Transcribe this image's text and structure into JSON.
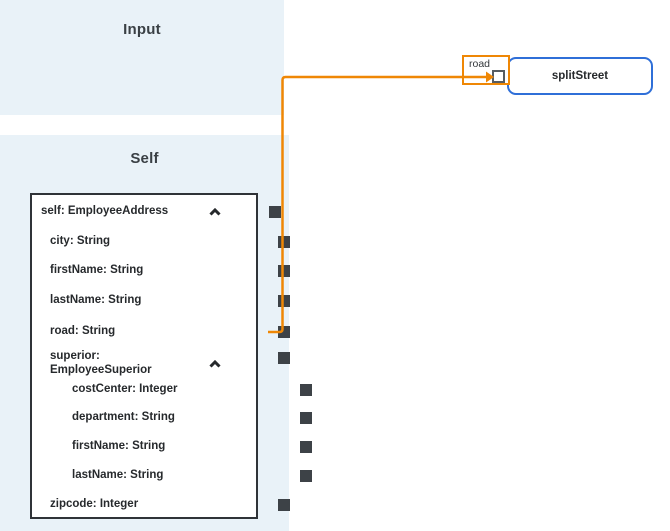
{
  "panels": {
    "input": {
      "title": "Input"
    },
    "self": {
      "title": "Self"
    }
  },
  "source_tree": {
    "rows": [
      {
        "label": "self: EmployeeAddress",
        "level": 0,
        "expandable": true,
        "connected": false
      },
      {
        "label": "city: String",
        "level": 1,
        "expandable": false,
        "connected": false
      },
      {
        "label": "firstName: String",
        "level": 1,
        "expandable": false,
        "connected": false
      },
      {
        "label": "lastName: String",
        "level": 1,
        "expandable": false,
        "connected": false
      },
      {
        "label": "road: String",
        "level": 1,
        "expandable": false,
        "connected": true
      },
      {
        "label": "superior: EmployeeSuperior",
        "level": 1,
        "expandable": true,
        "connected": false
      },
      {
        "label": "costCenter: Integer",
        "level": 2,
        "expandable": false,
        "connected": false
      },
      {
        "label": "department: String",
        "level": 2,
        "expandable": false,
        "connected": false
      },
      {
        "label": "firstName: String",
        "level": 2,
        "expandable": false,
        "connected": false
      },
      {
        "label": "lastName: String",
        "level": 2,
        "expandable": false,
        "connected": false
      },
      {
        "label": "zipcode: Integer",
        "level": 1,
        "expandable": false,
        "connected": false
      }
    ]
  },
  "function_node": {
    "label": "splitStreet",
    "input_port_label": "road"
  },
  "connection": {
    "from": "road: String",
    "to": "splitStreet"
  },
  "colors": {
    "panel_blue": "#e9f2f8",
    "accent_orange": "#ef8705",
    "node_border_blue": "#2f6fd8",
    "tree_border": "#2f3338",
    "port_fill": "#3d4247",
    "text": "#26292c"
  }
}
